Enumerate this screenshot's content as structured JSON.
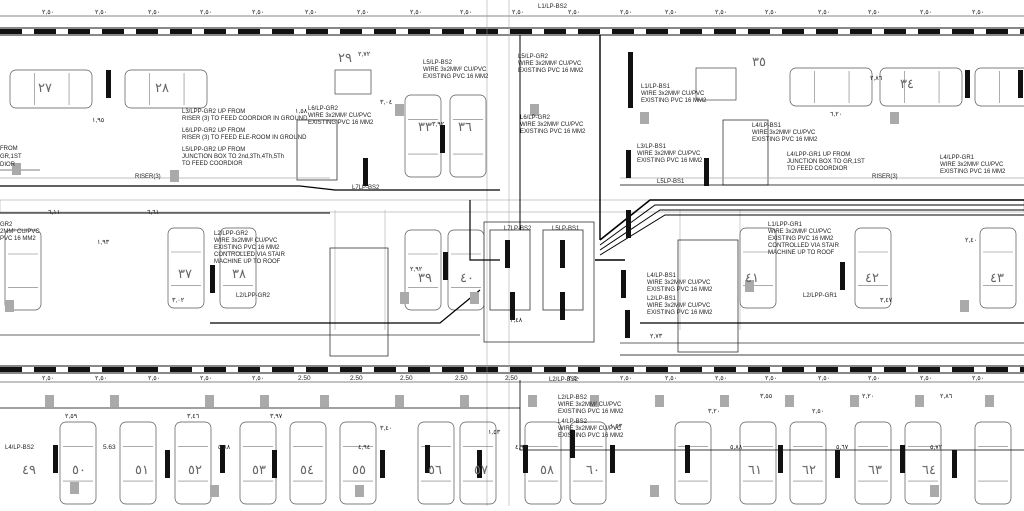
{
  "drawing": {
    "top_labels": [
      {
        "id": "lbl-l1lp-bs2",
        "text": "L1/LP-BS2"
      },
      {
        "id": "lbl-l5lp-bs2",
        "text": "L5/LP-BS2"
      },
      {
        "id": "lbl-l5lp-gr2",
        "text": "L5/LP-GR2"
      },
      {
        "id": "lbl-l1lp-bs1",
        "text": "L1/LP-BS1"
      },
      {
        "id": "lbl-wire1",
        "text": "WIRE 3x2MM² CU/PVC"
      },
      {
        "id": "lbl-exist1",
        "text": "EXISTING PVC 16 MM2"
      },
      {
        "id": "lbl-wire2",
        "text": "WIRE 3x2MM² CU/PVC"
      },
      {
        "id": "lbl-exist2",
        "text": "EXISTING PVC 16 MM2"
      },
      {
        "id": "lbl-wire3",
        "text": "WIRE 3x2MM² CU/PVC"
      },
      {
        "id": "lbl-exist3",
        "text": "EXISTING PVC 16 MM2"
      }
    ],
    "riser_notes": [
      {
        "id": "riser-1",
        "text": "L3/LPP-GR2 UP FROM"
      },
      {
        "id": "riser-2",
        "text": "RISER (3) TO FEED COORDIOR IN GROUND"
      },
      {
        "id": "riser-3",
        "text": "L6/LPP-GR2 UP FROM"
      },
      {
        "id": "riser-4",
        "text": "RISER (3) TO FEED ELE-ROOM IN GROUND"
      },
      {
        "id": "riser-5",
        "text": "L5/LPP-GR2 UP FROM"
      },
      {
        "id": "riser-6",
        "text": "JUNCTION BOX TO 2nd,3Th,4Th,5Th"
      },
      {
        "id": "riser-7",
        "text": "TO FEED COORDIOR"
      }
    ],
    "mid_labels": [
      {
        "id": "m1",
        "text": "L6/LP-GR2"
      },
      {
        "id": "m2",
        "text": "WIRE 3x2MM² CU/PVC"
      },
      {
        "id": "m3",
        "text": "EXISTING PVC 16 MM2"
      },
      {
        "id": "m4",
        "text": "L3/LP-BS1"
      },
      {
        "id": "m5",
        "text": "WIRE 3x2MM² CU/PVC"
      },
      {
        "id": "m6",
        "text": "EXISTING PVC 16 MM2"
      },
      {
        "id": "m7",
        "text": "L4/LP-BS1"
      },
      {
        "id": "m8",
        "text": "WIRE 3x2MM² CU/PVC"
      },
      {
        "id": "m9",
        "text": "EXISTING PVC 16 MM2"
      },
      {
        "id": "m10",
        "text": "L4/LPP-GR1 UP FROM"
      },
      {
        "id": "m11",
        "text": "JUNCTION BOX TO GR,1ST"
      },
      {
        "id": "m12",
        "text": "TO FEED COORDIOR"
      },
      {
        "id": "m13",
        "text": "L4/LPP-GR1"
      },
      {
        "id": "m14",
        "text": "WIRE 3x2MM² CU/PVC"
      },
      {
        "id": "m15",
        "text": "EXISTING PVC 16 MM2"
      },
      {
        "id": "m16",
        "text": "L5LP-BS1"
      },
      {
        "id": "m17",
        "text": "L7LP-BS2"
      },
      {
        "id": "m18",
        "text": "L7LP-BS2"
      },
      {
        "id": "m19",
        "text": "L5LP-BS1"
      },
      {
        "id": "m20",
        "text": "L2/LPP-GR2"
      },
      {
        "id": "m21",
        "text": "WIRE 3x2MM² CU/PVC"
      },
      {
        "id": "m22",
        "text": "EXISTING PVC 16 MM2"
      },
      {
        "id": "m23",
        "text": "CONTROLLED VIA STAIR"
      },
      {
        "id": "m24",
        "text": "MACHINE UP TO ROOF"
      },
      {
        "id": "m25",
        "text": "L2/LPP-GR2"
      },
      {
        "id": "m26",
        "text": "L1/LPP-GR1"
      },
      {
        "id": "m27",
        "text": "WIRE 3x2MM² CU/PVC"
      },
      {
        "id": "m28",
        "text": "EXISTING PVC 16 MM2"
      },
      {
        "id": "m29",
        "text": "CONTROLLED VIA STAIR"
      },
      {
        "id": "m30",
        "text": "MACHINE UP TO ROOF"
      },
      {
        "id": "m31",
        "text": "L2/LPP-GR1"
      },
      {
        "id": "m32",
        "text": "L4/LP-BS1"
      },
      {
        "id": "m33",
        "text": "WIRE 3x2MM² CU/PVC"
      },
      {
        "id": "m34",
        "text": "EXISTING PVC 16 MM2"
      },
      {
        "id": "m35",
        "text": "L2/LP-BS1"
      },
      {
        "id": "m36",
        "text": "WIRE 3x2MM² CU/PVC"
      },
      {
        "id": "m37",
        "text": "EXISTING PVC 16 MM2"
      },
      {
        "id": "m38",
        "text": "FROM"
      },
      {
        "id": "m39",
        "text": "GR,1ST"
      },
      {
        "id": "m40",
        "text": "DIOR"
      },
      {
        "id": "m41",
        "text": "GR2"
      },
      {
        "id": "m42",
        "text": "2MM² CU/PVC"
      },
      {
        "id": "m43",
        "text": "PVC 16 MM2"
      },
      {
        "id": "m44",
        "text": "RISER(3)"
      },
      {
        "id": "m45",
        "text": "RISER(3)"
      }
    ],
    "bottom_labels": [
      {
        "id": "b1",
        "text": "L2/LP-BS2"
      },
      {
        "id": "b2",
        "text": "WIRE 3x2MM² CU/PVC"
      },
      {
        "id": "b3",
        "text": "EXISTING PVC 16 MM2"
      },
      {
        "id": "b4",
        "text": "L4/LP-BS2"
      },
      {
        "id": "b5",
        "text": "WIRE 3x2MM² CU/PVC"
      },
      {
        "id": "b6",
        "text": "EXISTING PVC 16 MM2"
      },
      {
        "id": "b7",
        "text": "L4/LP-BS2"
      }
    ],
    "top_dims": [
      "٢,٥٠",
      "٢,٥٠",
      "٢,٥٠",
      "٢,٥٠",
      "٢,٥٠",
      "٢,٥٠",
      "٢,٥٠",
      "٢,٥٠",
      "٢,٥٠",
      "٢,٥٠",
      "٢,٥٠",
      "٢,٥٠",
      "٢,٥٠",
      "٢,٥٠",
      "٢,٥٠",
      "٢,٥٠",
      "٢,٥٠",
      "٢,٥٠",
      "٢,٥٠"
    ],
    "mid_dims": [
      "٢,٥٠",
      "٢,٥٠",
      "٢,٥٠",
      "٢,٥٠",
      "٢,٥٠",
      "2.50",
      "2.50",
      "2.50",
      "2.50",
      "2.50",
      "٢,٥٠",
      "٢,٥٠",
      "٢,٥٠",
      "٢,٥٠",
      "٢,٥٠",
      "٢,٥٠",
      "٢,٥٠",
      "٢,٥٠",
      "٢,٥٠"
    ],
    "bottom_dims": [
      "5.63",
      "٥,٨٨",
      "٤,٩٤",
      "٤,٩٢",
      "٥,٨٨",
      "٥,٦٧",
      "٥,٧٢"
    ],
    "spot_dims": [
      "٢,٧٢",
      "٣,٠٤",
      "١,٩٥",
      "١,٥٨",
      "٦,١١",
      "٦,٦١",
      "١,٩٣",
      "٣,٠٢",
      "٢,٩٢",
      "٣,٩٢",
      "٢,٥٩",
      "٣,٤٦",
      "٣,٩٧",
      "٣,٤٠",
      "١,٥٣",
      "٣,٢٠",
      "٣,٥٥",
      "٢,٥٠",
      "٢,٢٠",
      "٢,٨٦",
      "١,٥٣",
      "٢,٤٨",
      "٢,٧٣",
      "٢,٤٠",
      "٣,٤٧",
      "٦,٢٠",
      "٢,٨٦"
    ],
    "spaces_top": [
      "٢٧",
      "٢٨",
      "٢٩",
      "٣٦",
      "٣٤",
      "٣٣",
      "٣٥"
    ],
    "spaces_mid": [
      "٣٧",
      "٣٨",
      "٣٩",
      "٤٠",
      "٤٢",
      "٤١",
      "٤٣"
    ],
    "spaces_bottom": [
      "٤٩",
      "٥٠",
      "٥١",
      "٥٢",
      "٥٣",
      "٥٤",
      "٥٥",
      "٥٦",
      "٥٧",
      "٥٨",
      "٦٠",
      "٦١",
      "٦٢",
      "٦٣",
      "٦٤"
    ]
  }
}
